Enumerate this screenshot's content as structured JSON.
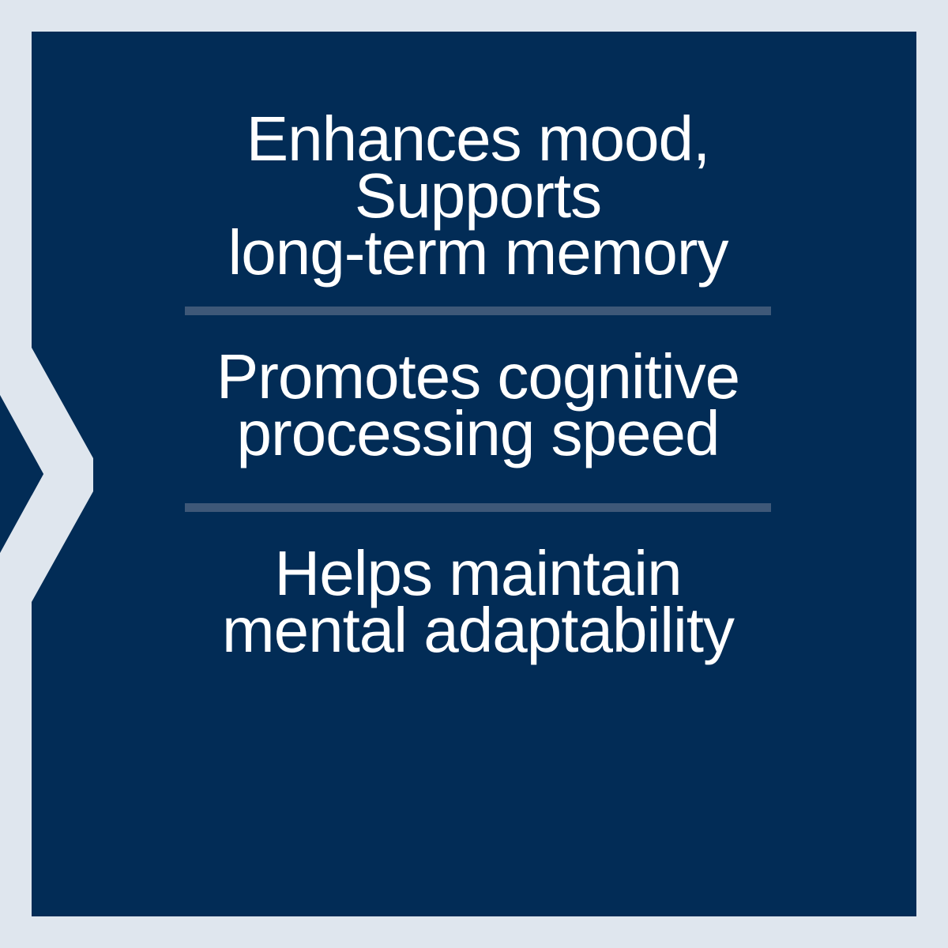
{
  "colors": {
    "background": "#dfe6ee",
    "panel": "#022c56",
    "text": "#ffffff",
    "divider": "#3e5878"
  },
  "benefits": [
    {
      "lines": [
        "Enhances mood,",
        "Supports",
        "long-term memory"
      ]
    },
    {
      "lines": [
        "Promotes cognitive",
        "processing speed"
      ]
    },
    {
      "lines": [
        "Helps maintain",
        "mental adaptability"
      ]
    }
  ],
  "decoration": {
    "chevron": "chevron-right-icon"
  }
}
